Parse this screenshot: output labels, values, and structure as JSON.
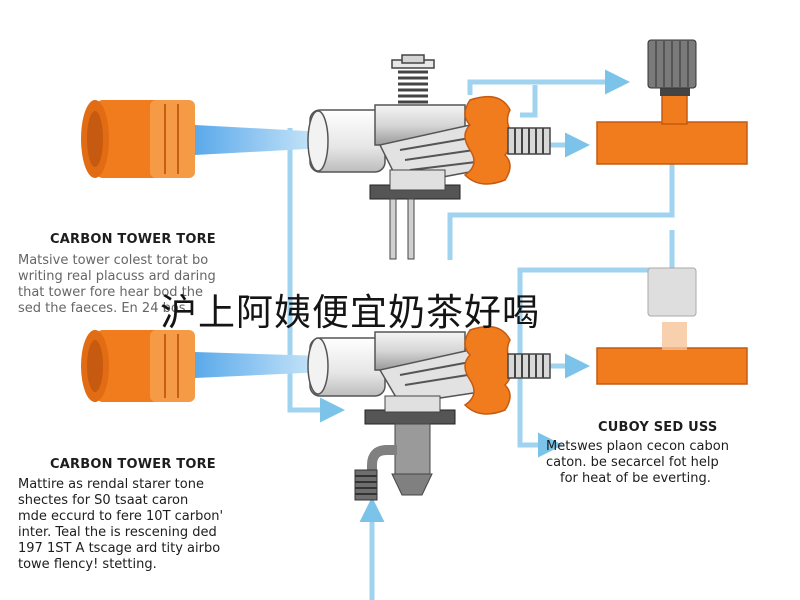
{
  "overlay_text": "沪上阿姨便宜奶茶好喝",
  "upper_left_block": {
    "heading": "CARBON TOWER TORE",
    "lines": [
      "Matsive tower colest torat bo",
      "writing real placuss ard daring",
      "that tower fore hear bod the",
      "sed the faeces. En 24 bos"
    ]
  },
  "lower_left_block": {
    "heading": "CARBON TOWER TORE",
    "lines": [
      "Mattire as rendal starer tone",
      "shectes for S0 tsaat caron",
      "mde eccurd to fere 10T carbon'",
      "inter. Teal the is rescening ded",
      "197 1ST A tscage ard tity airbo",
      "towe flency! stetting."
    ]
  },
  "right_block": {
    "heading": "CUBOY SED USS",
    "lines": [
      "Metswes plaon cecon cabon",
      "caton. be secarcel fot help",
      "for heat of be everting."
    ]
  },
  "colors": {
    "orange": "#f07c1e",
    "dark_orange": "#d9651a",
    "pipe_blue": "#9fd3ef",
    "beam_blue": "#6ab7ef",
    "metal": "#cfcfcf",
    "dark_metal": "#4a4a4a"
  }
}
